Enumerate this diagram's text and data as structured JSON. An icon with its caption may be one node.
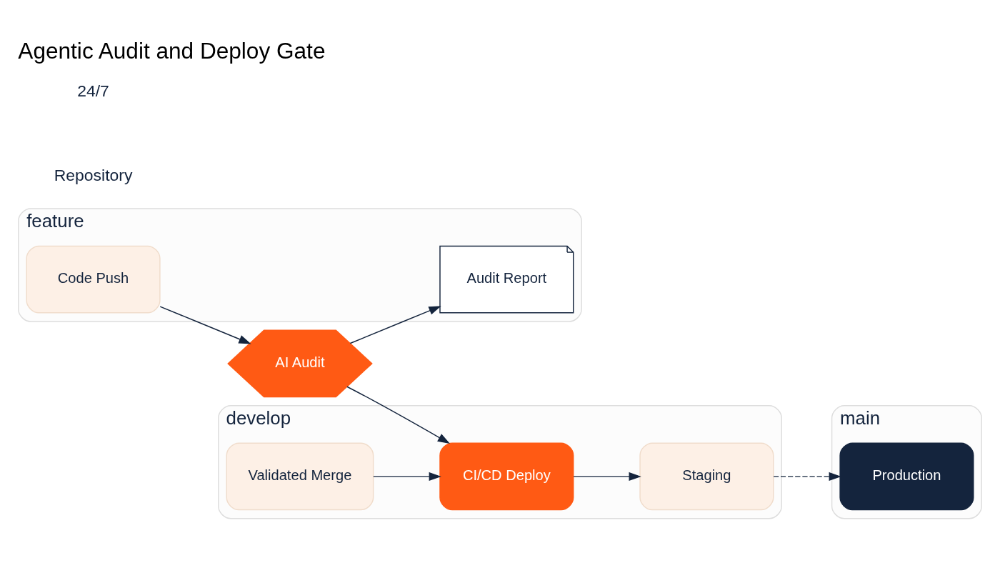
{
  "diagram": {
    "title": "Agentic Audit and Deploy Gate",
    "nodes": [
      {
        "text": [
          "feature"
        ]
      },
      {
        "text": [
          "Code Push"
        ],
        "in": 0
      },
      {
        "text": [
          "AI Audit"
        ]
      },
      {
        "text": [
          "Audit Report"
        ],
        "in": 0
      },
      {
        "text": [
          "develop"
        ]
      },
      {
        "text": [
          "Validated Merge"
        ],
        "in": 4
      },
      {
        "text": [
          "CI/CD Deploy"
        ],
        "in": 4
      },
      {
        "text": [
          "Staging"
        ],
        "in": 4
      },
      {
        "text": [
          "main"
        ]
      },
      {
        "text": [
          "Production"
        ],
        "in": 8
      }
    ],
    "edges": [
      {
        "from": 1,
        "to": 2,
        "arrow": "to"
      },
      {
        "from": 2,
        "to": 3,
        "arrow": "to"
      },
      {
        "from": 2,
        "to": 6,
        "arrow": "to"
      },
      {
        "from": 5,
        "to": 6,
        "arrow": "to"
      },
      {
        "from": 6,
        "to": 7,
        "arrow": "to"
      },
      {
        "from": 7,
        "to": 9,
        "arrow": "to",
        "style": "dashed"
      }
    ],
    "labels": [
      "Repository",
      "24/7"
    ]
  }
}
